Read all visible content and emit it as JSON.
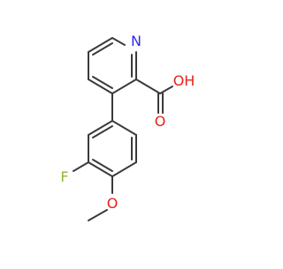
{
  "molecule": {
    "atom_labels": {
      "nitrogen": "N",
      "hydroxyl": "OH",
      "carbonyl_oxygen": "O",
      "fluorine": "F",
      "methoxy_oxygen": "O"
    },
    "colors": {
      "bond": "#3a3a3a",
      "nitrogen": "#2d2df0",
      "oxygen": "#e8201c",
      "fluorine": "#8fb838"
    }
  }
}
